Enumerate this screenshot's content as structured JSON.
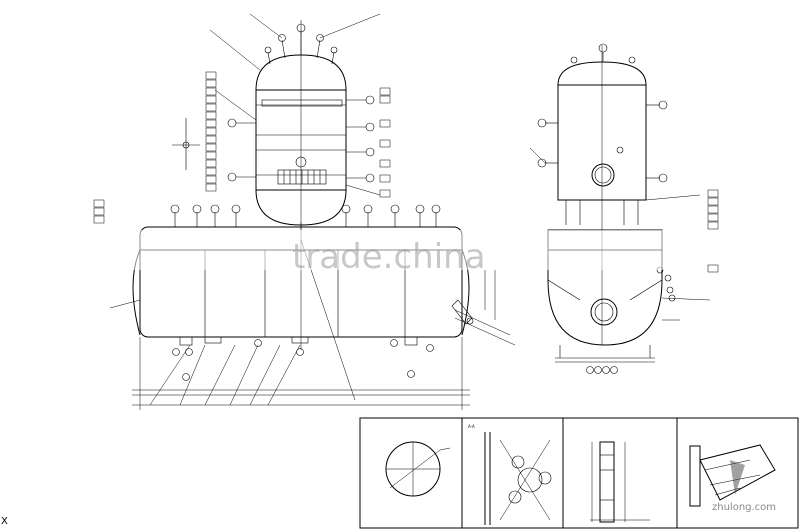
{
  "watermark": {
    "text": "trade.china",
    "secondary": "zhulong.com"
  },
  "corner_mark": "X",
  "detail_panels": [
    {
      "title": ""
    },
    {
      "title": "A-A"
    },
    {
      "title": ""
    },
    {
      "title": ""
    }
  ]
}
